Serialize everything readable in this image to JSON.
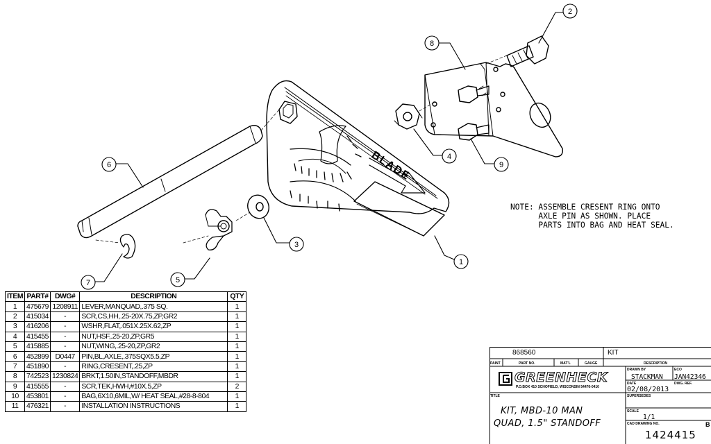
{
  "balloons": [
    "1",
    "2",
    "3",
    "4",
    "5",
    "6",
    "7",
    "8",
    "9"
  ],
  "blade_label": "BLADE",
  "note": "NOTE: ASSEMBLE CRESENT RING ONTO\n      AXLE PIN AS SHOWN. PLACE\n      PARTS INTO BAG AND HEAT SEAL.",
  "bom": {
    "headers": [
      "ITEM",
      "PART#",
      "DWG#",
      "DESCRIPTION",
      "QTY"
    ],
    "rows": [
      [
        "1",
        "475679",
        "1208911",
        "LEVER,MANQUAD,.375 SQ.",
        "1"
      ],
      [
        "2",
        "415034",
        "-",
        "SCR,CS,HH,.25-20X.75,ZP,GR2",
        "1"
      ],
      [
        "3",
        "416206",
        "-",
        "WSHR,FLAT,.051X.25X.62,ZP",
        "1"
      ],
      [
        "4",
        "415455",
        "-",
        "NUT,HSF,.25-20,ZP,GR5",
        "1"
      ],
      [
        "5",
        "415885",
        "-",
        "NUT,WING,.25-20,ZP,GR2",
        "1"
      ],
      [
        "6",
        "452899",
        "D0447",
        "PIN,BL,AXLE,.375SQX5.5,ZP",
        "1"
      ],
      [
        "7",
        "451890",
        "-",
        "RING,CRESENT,.25,ZP",
        "1"
      ],
      [
        "8",
        "742523",
        "1230824",
        "BRKT,1.50IN,STANDOFF,MBDR",
        "1"
      ],
      [
        "9",
        "415555",
        "-",
        "SCR,TEK,HWH,#10X.5,ZP",
        "2"
      ],
      [
        "10",
        "453801",
        "-",
        "BAG,6X10,6MIL,W/ HEAT SEAL,#28-8-804",
        "1"
      ],
      [
        "11",
        "476321",
        "-",
        "INSTALLATION INSTRUCTIONS",
        "1"
      ]
    ]
  },
  "title_block": {
    "part_no": "868560",
    "kit_label": "KIT",
    "col_paint": "PAINT",
    "col_part_no": "PART NO.",
    "col_matl": "MAT'L",
    "col_gauge": "GAUGE",
    "col_description": "DESCRIPTION",
    "logo": "GREENHECK",
    "address": "P.O.BOX 410 SCHOFIELD, WISCONSIN 54476-0410",
    "title_label": "TITLE",
    "drawn_by_label": "DRAWN BY",
    "drawn_by": "STACKMAN",
    "eco_label": "ECO",
    "eco": "JAN42346",
    "date_label": "DATE",
    "date": "02/08/2013",
    "dwg_ref_label": "DWG. REF.",
    "supersedes_label": "SUPERSEDES",
    "scale_label": "SCALE",
    "scale": "1/1",
    "dwg_no_label": "CAD DRAWING NO.",
    "dwg_no": "1424415",
    "title_line1": "KIT, MBD-10 MAN",
    "title_line2": "QUAD, 1.5\" STANDOFF",
    "edge_letter": "B"
  }
}
